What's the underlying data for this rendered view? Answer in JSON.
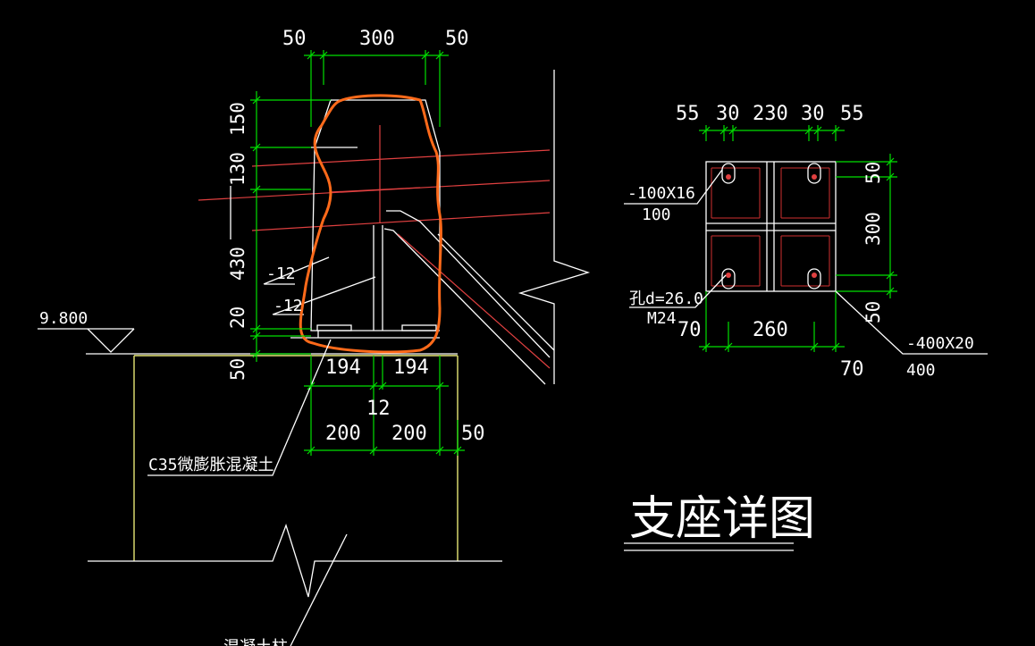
{
  "drawing": {
    "title": "支座详图",
    "left_detail": {
      "top_dims": [
        "50",
        "300",
        "50"
      ],
      "left_dims": [
        "150",
        "130",
        "430",
        "20",
        "50"
      ],
      "plate_labels": [
        "-12",
        "-12"
      ],
      "bottom_dims_row1": [
        "194",
        "194"
      ],
      "center_dim": "12",
      "bottom_dims_row2": [
        "200",
        "200",
        "50"
      ],
      "elevation": "9.800",
      "concrete_note": "C35微膨胀混凝土",
      "cut_label": "混凝土柱"
    },
    "right_detail": {
      "top_dims": [
        "55",
        "30",
        "230",
        "30",
        "55"
      ],
      "right_dims": [
        "50",
        "300",
        "50"
      ],
      "plate_label_top": "-100X16",
      "plate_label_bottom": "100",
      "bolt_hole": "孔d=26.0",
      "bolt": "M24",
      "bottom_dims": [
        "70",
        "260",
        "70"
      ],
      "base_plate_top": "-400X20",
      "base_plate_bottom": "400"
    }
  },
  "colors": {
    "background": "#000000",
    "dimension": "#00e000",
    "outline": "#ffffff",
    "concrete": "#e6e676",
    "axis": "#e04040",
    "markup": "#ff6a1a"
  }
}
